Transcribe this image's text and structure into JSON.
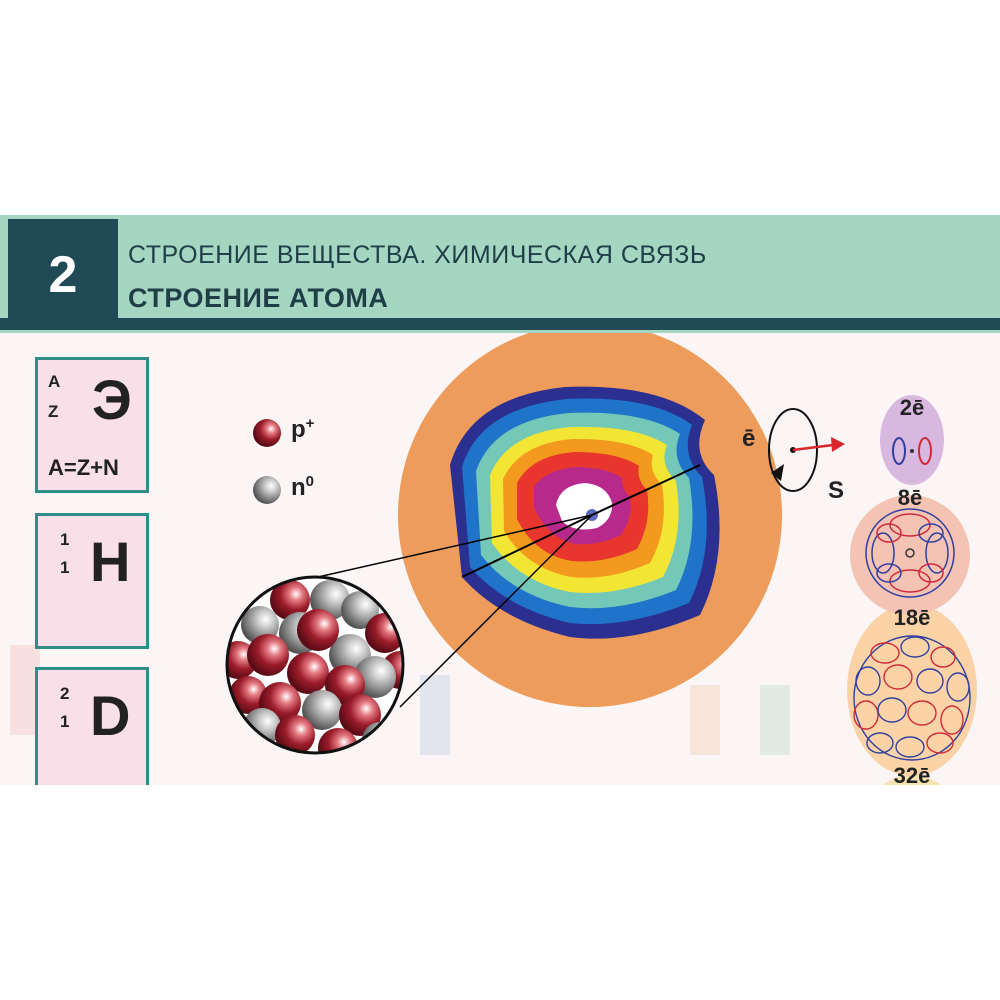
{
  "header": {
    "section_number": "2",
    "subtitle": "СТРОЕНИЕ ВЕЩЕСТВА. ХИМИЧЕСКАЯ СВЯЗЬ",
    "title": "СТРОЕНИЕ АТОМА"
  },
  "cards": [
    {
      "mass": "A",
      "number": "Z",
      "symbol": "Э",
      "formula": "A=Z+N"
    },
    {
      "mass": "1",
      "number": "1",
      "symbol": "H"
    },
    {
      "mass": "2",
      "number": "1",
      "symbol": "D"
    }
  ],
  "legend": {
    "proton": {
      "base": "p",
      "sup": "+"
    },
    "neutron": {
      "base": "n",
      "sup": "0"
    }
  },
  "spin": {
    "electron": "ē",
    "spin_symbol": "S"
  },
  "shells": [
    "2ē",
    "8ē",
    "18ē",
    "32ē"
  ],
  "colors": {
    "header_bg": "#a5d6c1",
    "header_dark": "#204a56",
    "proton": "#9b1c2a",
    "neutron": "#9a9a9a",
    "atom_outer": "#ee9c5b",
    "shell_pink": "#f4c3b4",
    "shell_purple": "#d9b8e0",
    "shell_peach": "#fbd3a6"
  }
}
